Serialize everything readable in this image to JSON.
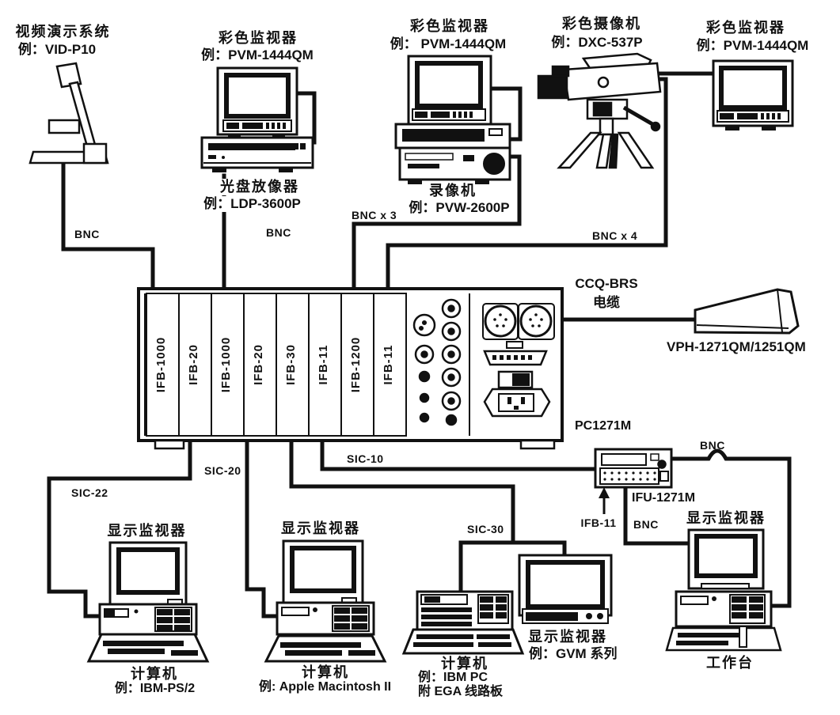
{
  "top_devices": {
    "video_presenter": {
      "title": "视频演示系统",
      "example": "例：VID-P10"
    },
    "monitor_ldp": {
      "title": "彩色监视器",
      "example": "例：PVM-1444QM"
    },
    "ldp_player": {
      "title": "光盘放像器",
      "example": "例：LDP-3600P"
    },
    "monitor_vtr": {
      "title": "彩色监视器",
      "example": "例： PVM-1444QM"
    },
    "vtr": {
      "title": "录像机",
      "example": "例：PVW-2600P"
    },
    "camera": {
      "title": "彩色摄像机",
      "example": "例：DXC-537P"
    },
    "monitor_right": {
      "title": "彩色监视器",
      "example": "例：PVM-1444QM"
    }
  },
  "switcher": {
    "modules": [
      "IFB-1000",
      "IFB-20",
      "IFB-1000",
      "IFB-20",
      "IFB-30",
      "IFB-11",
      "IFB-1200",
      "IFB-11"
    ],
    "model": "PC1271M"
  },
  "projector": {
    "model": "VPH-1271QM/1251QM",
    "cable_title": "CCQ-BRS",
    "cable_subtitle": "电缆"
  },
  "interface_unit": {
    "model": "IFU-1271M",
    "board_label": "IFB-11"
  },
  "cable_labels": {
    "bnc_presenter": "BNC",
    "bnc_ldp": "BNC",
    "bnc_x3": "BNC x 3",
    "bnc_x4": "BNC x 4",
    "sic22": "SIC-22",
    "sic20": "SIC-20",
    "sic10": "SIC-10",
    "sic30": "SIC-30",
    "bnc_ifu_top": "BNC",
    "bnc_ifu_monitor": "BNC"
  },
  "bottom_devices": {
    "monitor1_title": "显示监视器",
    "computer1": {
      "title": "计算机",
      "example": "例：IBM-PS/2"
    },
    "monitor2_title": "显示监视器",
    "computer2": {
      "title": "计算机",
      "example": "例: Apple Macintosh II"
    },
    "computer3": {
      "title": "计算机",
      "example": "例：IBM PC",
      "example2": "附 EGA 线路板"
    },
    "monitor_gvm": {
      "title": "显示监视器",
      "example": "例：GVM 系列"
    },
    "monitor_ws_title": "显示监视器",
    "workstation_title": "工作台"
  }
}
